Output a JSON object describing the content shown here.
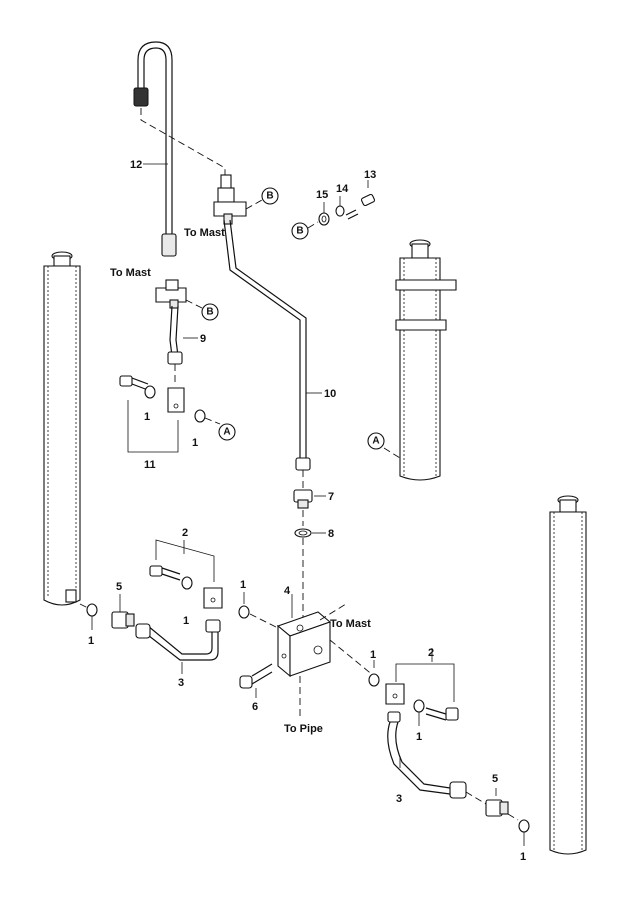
{
  "callouts": {
    "n1_a": "1",
    "n1_b": "1",
    "n1_c": "1",
    "n1_d": "1",
    "n1_e": "1",
    "n1_f": "1",
    "n1_g": "1",
    "n1_h": "1",
    "n2_a": "2",
    "n2_b": "2",
    "n3_a": "3",
    "n3_b": "3",
    "n4": "4",
    "n5_a": "5",
    "n5_b": "5",
    "n6": "6",
    "n7": "7",
    "n8": "8",
    "n9": "9",
    "n10": "10",
    "n11": "11",
    "n12": "12",
    "n13": "13",
    "n14": "14",
    "n15": "15"
  },
  "notes": {
    "to_mast_1": "To Mast",
    "to_mast_2": "To Mast",
    "to_mast_3": "To Mast",
    "to_pipe": "To Pipe"
  },
  "refs": {
    "b1": "B",
    "b2": "B",
    "b3": "B",
    "a1": "A",
    "a2": "A"
  }
}
